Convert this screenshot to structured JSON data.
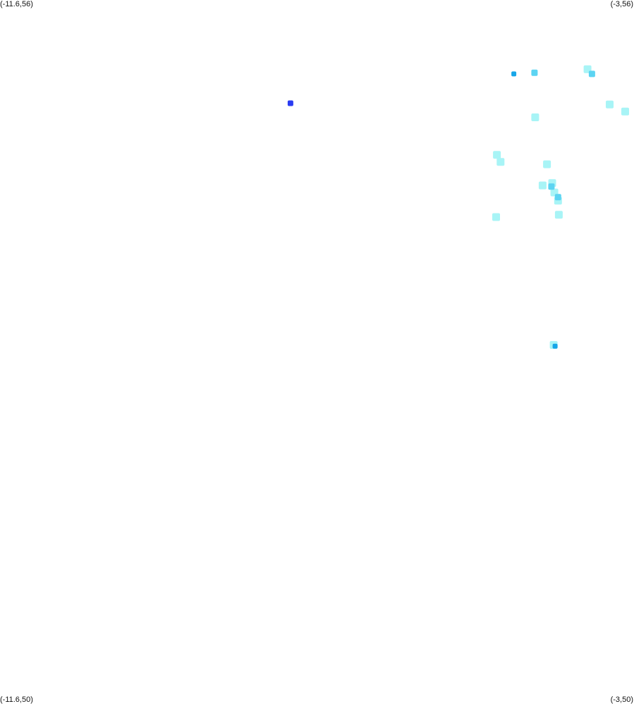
{
  "map": {
    "corners": {
      "top_left": "(-11.6,56)",
      "top_right": "(-3,56)",
      "bottom_left": "(-11.6,50)",
      "bottom_right": "(-3,50)"
    },
    "extent": {
      "lon": [
        -11.6,
        -3
      ],
      "lat": [
        50,
        56
      ]
    },
    "colors": {
      "light": "#a8f4f6",
      "mid": "#5cd4f2",
      "dark": "#17a6e8",
      "deep": "#2a3cf2"
    },
    "clusters": [
      {
        "lon": -3.63,
        "lat": 55.41,
        "level": "light"
      },
      {
        "lon": -3.57,
        "lat": 55.37,
        "level": "mid"
      },
      {
        "lon": -4.35,
        "lat": 55.38,
        "level": "mid"
      },
      {
        "lon": -4.63,
        "lat": 55.37,
        "level": "dark"
      },
      {
        "lon": -3.33,
        "lat": 55.11,
        "level": "light"
      },
      {
        "lon": -3.12,
        "lat": 55.05,
        "level": "light"
      },
      {
        "lon": -4.34,
        "lat": 55.0,
        "level": "light"
      },
      {
        "lon": -7.66,
        "lat": 55.12,
        "level": "deep"
      },
      {
        "lon": -4.86,
        "lat": 54.68,
        "level": "light"
      },
      {
        "lon": -4.81,
        "lat": 54.62,
        "level": "light"
      },
      {
        "lon": -4.18,
        "lat": 54.6,
        "level": "light"
      },
      {
        "lon": -4.24,
        "lat": 54.42,
        "level": "light"
      },
      {
        "lon": -4.11,
        "lat": 54.44,
        "level": "light"
      },
      {
        "lon": -4.08,
        "lat": 54.36,
        "level": "light"
      },
      {
        "lon": -4.03,
        "lat": 54.29,
        "level": "light"
      },
      {
        "lon": -4.02,
        "lat": 54.17,
        "level": "light"
      },
      {
        "lon": -4.87,
        "lat": 54.15,
        "level": "light"
      },
      {
        "lon": -4.12,
        "lat": 54.41,
        "level": "mid"
      },
      {
        "lon": -4.03,
        "lat": 54.32,
        "level": "mid"
      },
      {
        "lon": -4.09,
        "lat": 53.06,
        "level": "light"
      },
      {
        "lon": -4.07,
        "lat": 53.05,
        "level": "dark"
      }
    ]
  }
}
